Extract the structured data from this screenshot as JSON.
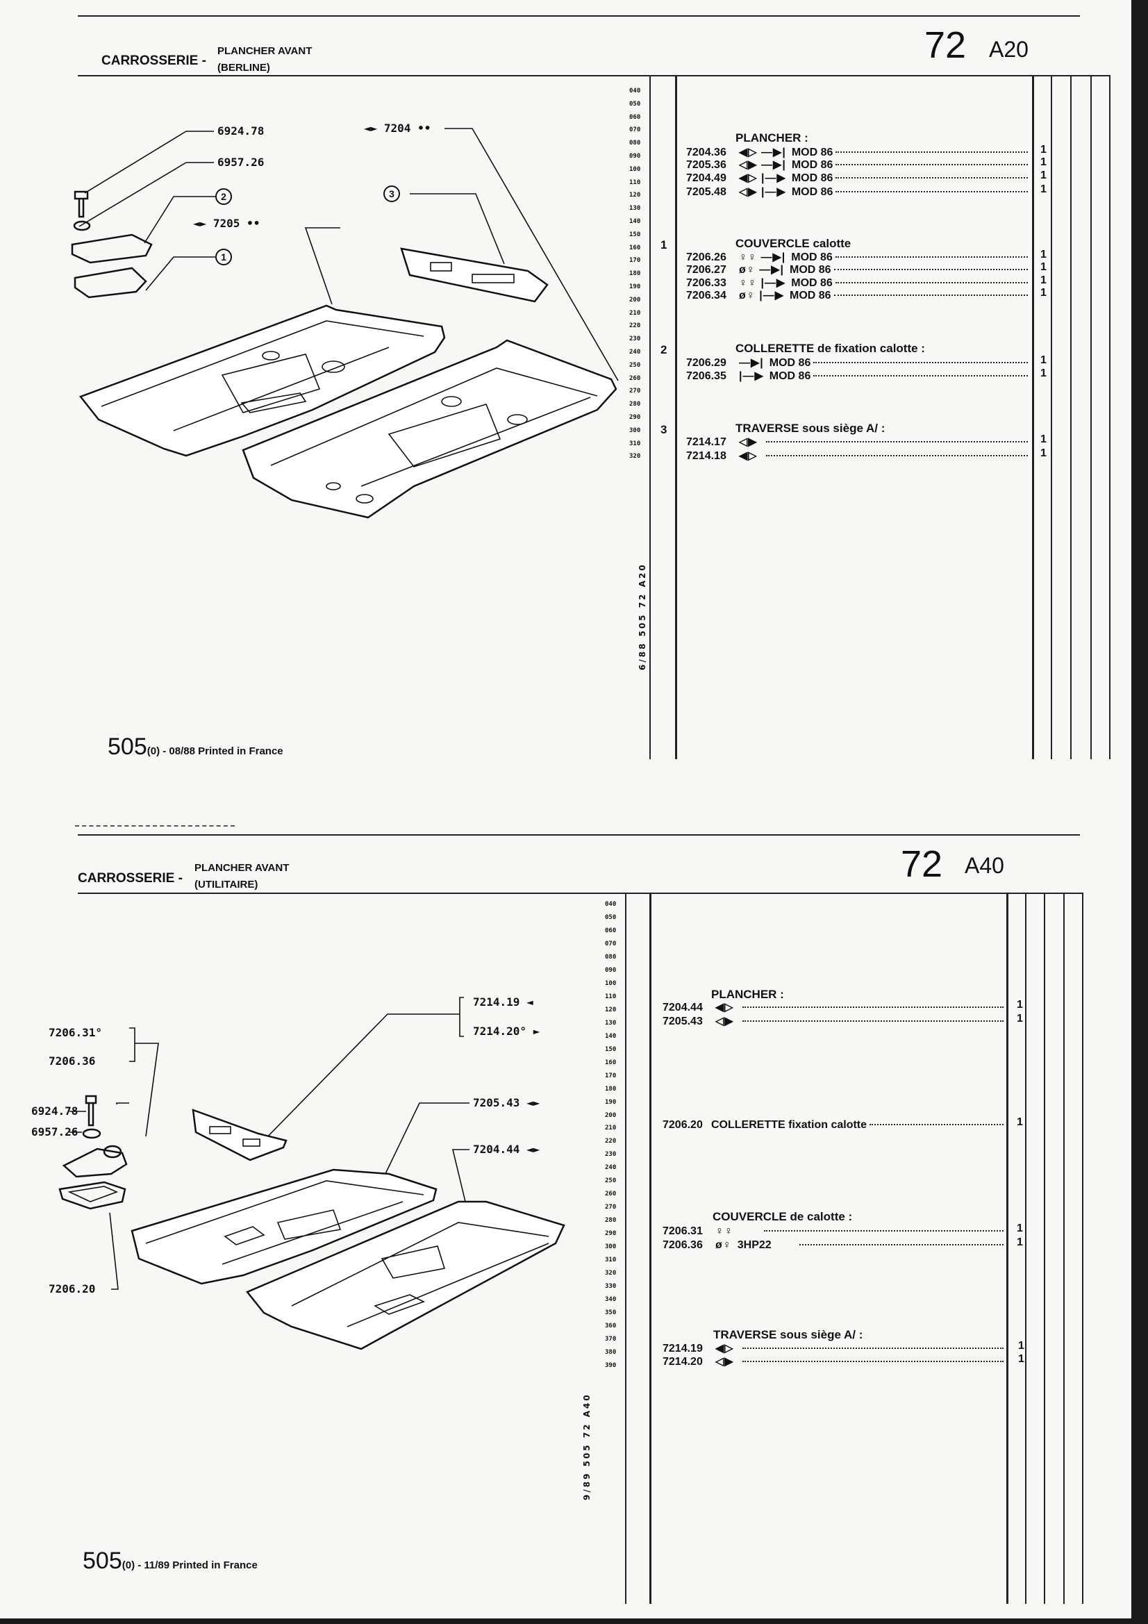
{
  "pages": [
    {
      "category": "CARROSSERIE -",
      "title": "PLANCHER AVANT",
      "subtitle": "(BERLINE)",
      "group": "72",
      "code": "A20",
      "line_numbers": [
        "040",
        "050",
        "060",
        "070",
        "080",
        "090",
        "100",
        "110",
        "120",
        "130",
        "140",
        "150",
        "160",
        "170",
        "180",
        "190",
        "200",
        "210",
        "220",
        "230",
        "240",
        "250",
        "260",
        "270",
        "280",
        "290",
        "300",
        "310",
        "320"
      ],
      "vertical_ref": "6/88  505  72  A20",
      "footer_model": "505",
      "footer_text": "(0) - 08/88 Printed in France",
      "callouts": {
        "screw": "6924.78",
        "washer": "6957.26",
        "left_floor": "◄► 7205 ••",
        "right_floor": "◄► 7204 ••",
        "ref1": "1",
        "ref2": "2",
        "ref3": "3"
      },
      "sections": [
        {
          "ref": "",
          "title": "PLANCHER :",
          "rows": [
            {
              "part": "7204.36",
              "sym": "◀▷ —▶|",
              "desc": "MOD 86",
              "qty": "1"
            },
            {
              "part": "7205.36",
              "sym": "◁▶ —▶|",
              "desc": "MOD 86",
              "qty": "1"
            },
            {
              "part": "7204.49",
              "sym": "◀▷ |—▶",
              "desc": "MOD 86",
              "qty": "1"
            },
            {
              "part": "7205.48",
              "sym": "◁▶ |—▶",
              "desc": "MOD 86",
              "qty": "1"
            }
          ]
        },
        {
          "ref": "1",
          "title": "COUVERCLE calotte",
          "rows": [
            {
              "part": "7206.26",
              "sym": "♀♀ —▶|",
              "desc": "MOD 86",
              "qty": "1"
            },
            {
              "part": "7206.27",
              "sym": "ø♀ —▶|",
              "desc": "MOD 86",
              "qty": "1"
            },
            {
              "part": "7206.33",
              "sym": "♀♀ |—▶",
              "desc": "MOD 86",
              "qty": "1"
            },
            {
              "part": "7206.34",
              "sym": "ø♀ |—▶",
              "desc": "MOD 86",
              "qty": "1"
            }
          ]
        },
        {
          "ref": "2",
          "title": "COLLERETTE de fixation calotte :",
          "rows": [
            {
              "part": "7206.29",
              "sym": "—▶|",
              "desc": "MOD 86",
              "qty": "1"
            },
            {
              "part": "7206.35",
              "sym": "|—▶",
              "desc": "MOD 86",
              "qty": "1"
            }
          ]
        },
        {
          "ref": "3",
          "title": "TRAVERSE sous siège A/ :",
          "rows": [
            {
              "part": "7214.17",
              "sym": "◁▶",
              "desc": "",
              "qty": "1"
            },
            {
              "part": "7214.18",
              "sym": "◀▷",
              "desc": "",
              "qty": "1"
            }
          ]
        }
      ]
    },
    {
      "category": "CARROSSERIE -",
      "title": "PLANCHER AVANT",
      "subtitle": "(UTILITAIRE)",
      "group": "72",
      "code": "A40",
      "line_numbers": [
        "040",
        "050",
        "060",
        "070",
        "080",
        "090",
        "100",
        "110",
        "120",
        "130",
        "140",
        "150",
        "160",
        "170",
        "180",
        "190",
        "200",
        "210",
        "220",
        "230",
        "240",
        "250",
        "260",
        "270",
        "280",
        "290",
        "300",
        "310",
        "320",
        "330",
        "340",
        "350",
        "360",
        "370",
        "380",
        "390"
      ],
      "vertical_ref": "9/89  505  72 A40",
      "footer_model": "505",
      "footer_text": "(0) - 11/89 Printed in France",
      "callouts": {
        "cover_a": "7206.31°",
        "cover_b": "7206.36",
        "screw": "6924.78",
        "washer": "6957.26",
        "collar": "7206.20",
        "traverse_a": "7214.19 ◄",
        "traverse_b": "7214.20° ►",
        "floor_left": "7205.43 ◄►",
        "floor_right": "7204.44 ◄►"
      },
      "sections": [
        {
          "title": "PLANCHER :",
          "rows": [
            {
              "part": "7204.44",
              "sym": "◀▷",
              "desc": "",
              "qty": "1"
            },
            {
              "part": "7205.43",
              "sym": "◁▶",
              "desc": "",
              "qty": "1"
            }
          ]
        },
        {
          "title": "",
          "rows": [
            {
              "part": "7206.20",
              "sym": "",
              "desc": "COLLERETTE fixation calotte",
              "qty": "1"
            }
          ]
        },
        {
          "title": "COUVERCLE de calotte :",
          "rows": [
            {
              "part": "7206.31",
              "sym": "♀♀",
              "desc": "",
              "qty": "1"
            },
            {
              "part": "7206.36",
              "sym": "ø♀",
              "desc": "3HP22",
              "qty": "1"
            }
          ]
        },
        {
          "title": "TRAVERSE sous siège A/ :",
          "rows": [
            {
              "part": "7214.19",
              "sym": "◀▷",
              "desc": "",
              "qty": "1"
            },
            {
              "part": "7214.20",
              "sym": "◁▶",
              "desc": "",
              "qty": "1"
            }
          ]
        }
      ]
    }
  ]
}
